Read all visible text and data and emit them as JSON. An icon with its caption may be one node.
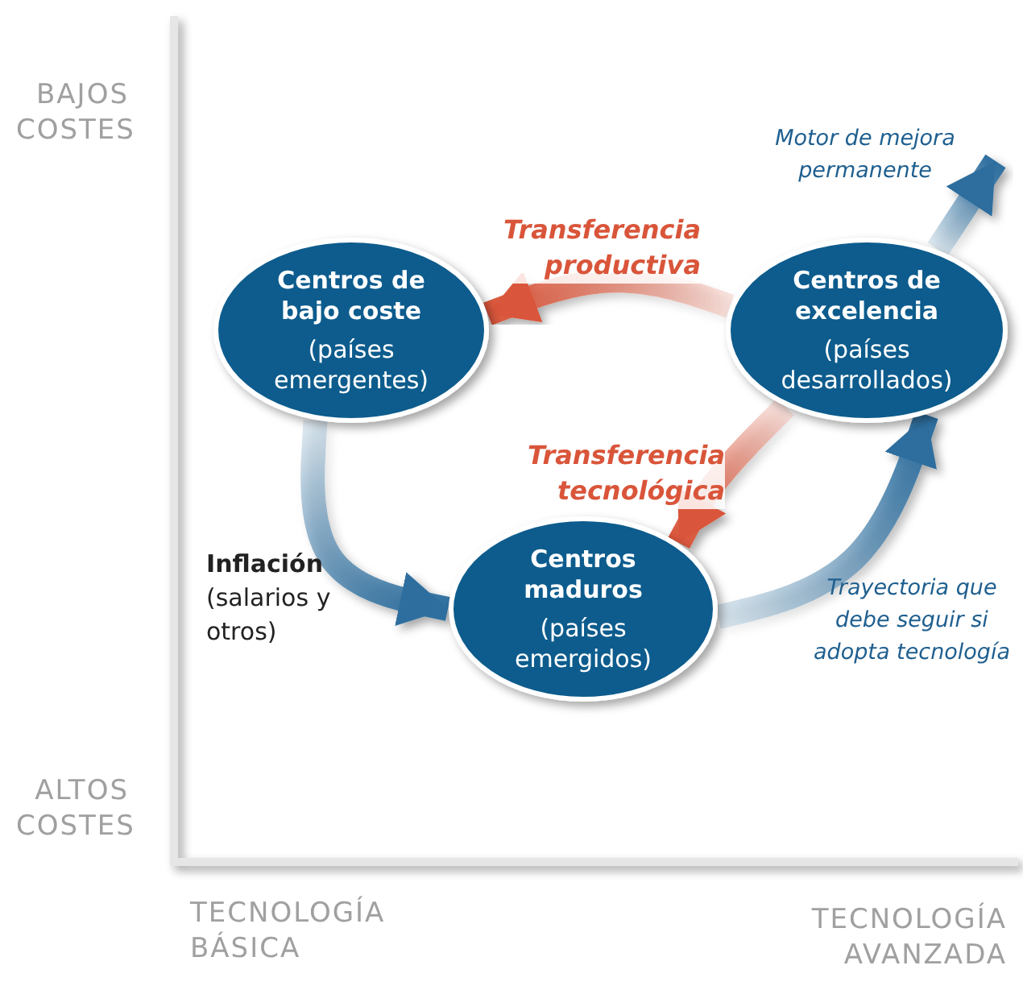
{
  "diagram": {
    "nodes": [
      {
        "text": [
          "Centros de bajo coste",
          "(países emergentes)"
        ]
      },
      {
        "text": [
          "Centros de excelencia",
          "(países desarrollados)"
        ]
      },
      {
        "text": [
          "Centros maduros",
          "(países emergidos)"
        ]
      }
    ],
    "edges": [
      {
        "from": 1,
        "to": 0,
        "arrow": "to",
        "label": "Transferencia productiva",
        "color": "#d9553a"
      },
      {
        "from": 0,
        "to": 2,
        "arrow": "to",
        "label": "**Inflación** (salarios y otros)"
      },
      {
        "from": 1,
        "to": 2,
        "arrow": "to",
        "label": "Transferencia tecnológica",
        "color": "#d9553a"
      },
      {
        "from": 2,
        "to": 1,
        "arrow": "to",
        "label": "Trayectoria que debe seguir si adopta tecnología"
      },
      {
        "from": 1,
        "to": null,
        "arrow": "to",
        "label": "Motor de mejora permanente"
      }
    ],
    "labels": [
      "BAJOS COSTES",
      "ALTOS COSTES",
      "TECNOLOGÍA BÁSICA",
      "TECNOLOGÍA AVANZADA"
    ]
  }
}
